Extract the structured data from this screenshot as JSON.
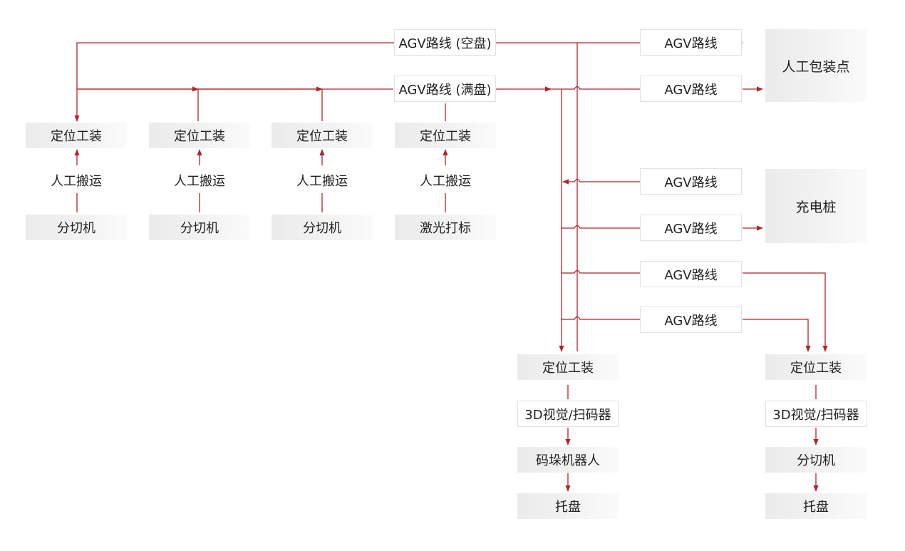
{
  "colors": {
    "line": "#b0232a",
    "box": "#ececec"
  },
  "nodes": {
    "agv_empty": "AGV路线 (空盘)",
    "agv_full": "AGV路线 (满盘)",
    "manual_packing": "人工包装点",
    "charging_pile": "充电桩",
    "agv_route": "AGV路线",
    "fixture": "定位工装",
    "manual_carry": "人工搬运",
    "slitter": "分切机",
    "laser_marking": "激光打标",
    "vision_scan": "3D视觉/扫码器",
    "palletizing_robot": "码垛机器人",
    "pallet": "托盘"
  }
}
